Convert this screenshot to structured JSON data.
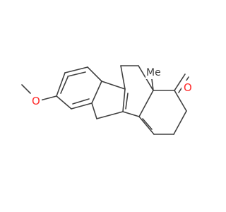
{
  "molecule": {
    "atom_labels": {
      "methoxy_oxygen": "O",
      "ketone_oxygen": "O",
      "methyl": "Me"
    }
  },
  "colors": {
    "bond": "#404040",
    "oxygen": "#ff2a2a",
    "background": "#ffffff"
  }
}
